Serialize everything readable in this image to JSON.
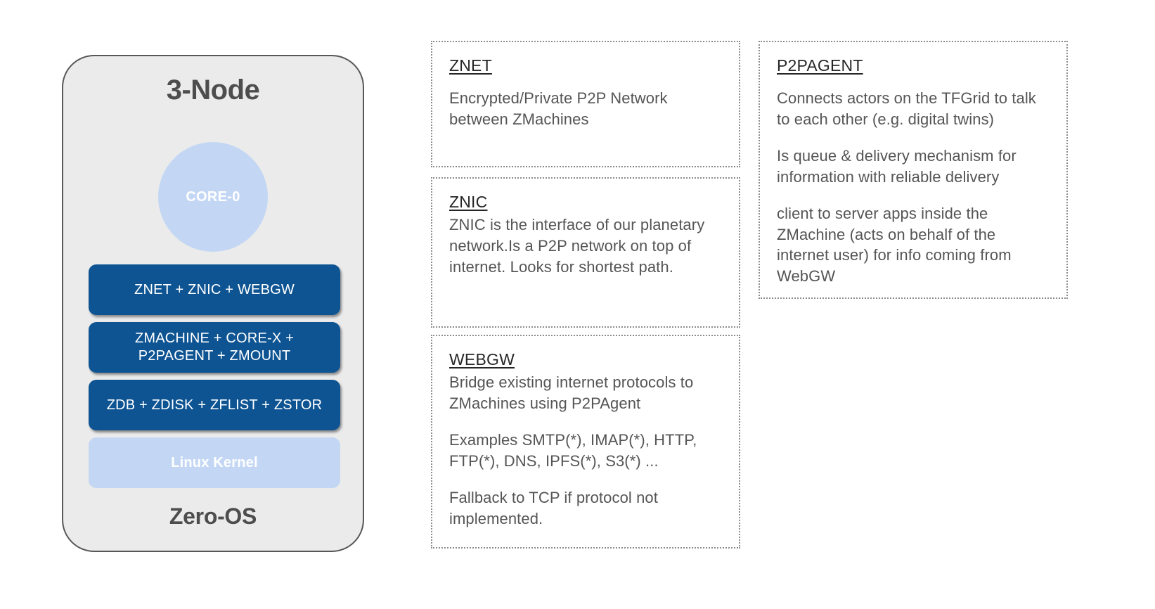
{
  "node_card": {
    "title": "3-Node",
    "core_label": "CORE-0",
    "footer": "Zero-OS",
    "layers": [
      {
        "label": "ZNET +  ZNIC + WEBGW",
        "style": "blue"
      },
      {
        "label": "ZMACHINE + CORE-X + P2PAGENT + ZMOUNT",
        "line1": "ZMACHINE + CORE-X +",
        "line2": "P2PAGENT + ZMOUNT",
        "style": "blue"
      },
      {
        "label": "ZDB + ZDISK + ZFLIST + ZSTOR",
        "style": "blue"
      },
      {
        "label": "Linux Kernel",
        "style": "light"
      }
    ],
    "colors": {
      "card_background": "#ebebeb",
      "card_border": "#575757",
      "blue_bar": "#0e5493",
      "light_blue": "#c3d7f4",
      "title_text": "#4d4d4d"
    }
  },
  "notes": {
    "znet": {
      "title": "ZNET",
      "paragraphs": [
        "Encrypted/Private P2P Network between ZMachines"
      ]
    },
    "znic": {
      "title": "ZNIC",
      "paragraphs": [
        "ZNIC is the interface of our planetary network.Is a P2P network on top of internet. Looks for shortest path."
      ]
    },
    "webgw": {
      "title": "WEBGW",
      "paragraphs": [
        "Bridge existing internet protocols to ZMachines using P2PAgent",
        "Examples SMTP(*), IMAP(*), HTTP, FTP(*), DNS, IPFS(*), S3(*) ...",
        "Fallback to TCP if protocol not implemented."
      ]
    },
    "p2pagent": {
      "title": "P2PAGENT",
      "paragraphs": [
        "Connects actors on the TFGrid to talk to each other (e.g. digital twins)",
        "Is queue & delivery mechanism for information with reliable delivery",
        "client to server apps inside the ZMachine (acts on behalf of the internet user) for info coming from WebGW"
      ]
    },
    "border_color": "#8c8c8c"
  }
}
